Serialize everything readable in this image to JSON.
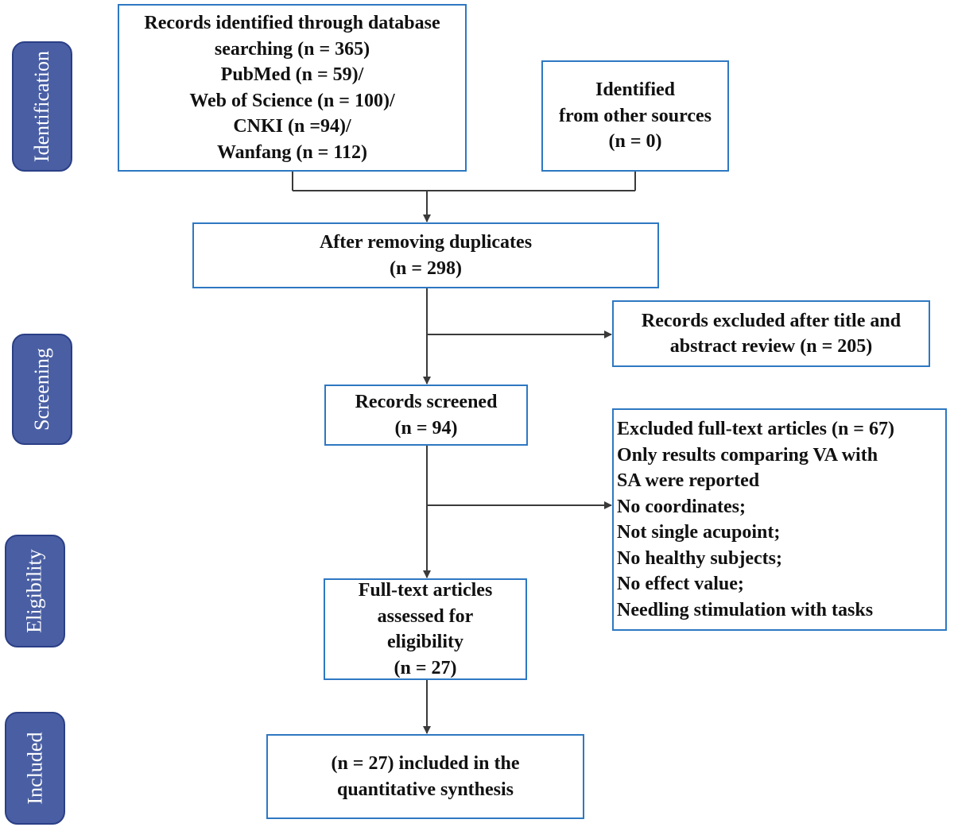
{
  "stages": {
    "identification": "Identification",
    "screening": "Screening",
    "eligibility": "Eligibility",
    "included": "Included"
  },
  "boxes": {
    "database_search": [
      "Records identified through database",
      "searching (n = 365)",
      "PubMed (n = 59)/",
      "Web of Science (n = 100)/",
      "CNKI (n =94)/",
      "Wanfang (n = 112)"
    ],
    "other_sources": [
      "Identified",
      "from other sources",
      "(n = 0)"
    ],
    "after_duplicates": [
      "After removing duplicates",
      "(n = 298)"
    ],
    "excluded_title_abstract": [
      "Records excluded after title and",
      "abstract review (n = 205)"
    ],
    "records_screened": [
      "Records screened",
      "(n = 94)"
    ],
    "excluded_full_text": [
      "Excluded full-text articles (n = 67)",
      "Only results comparing VA with",
      "SA were reported",
      "No coordinates;",
      "Not single acupoint;",
      "No healthy subjects;",
      "No effect value;",
      "Needling stimulation with tasks"
    ],
    "full_text_assessed": [
      "Full-text articles",
      "assessed for",
      "eligibility",
      "(n = 27)"
    ],
    "included_synthesis": [
      "(n = 27) included in the",
      "quantitative synthesis"
    ]
  },
  "colors": {
    "stage_fill": "#4a5fa3",
    "box_border": "#2e78c2",
    "arrow": "#3a3a3a"
  }
}
